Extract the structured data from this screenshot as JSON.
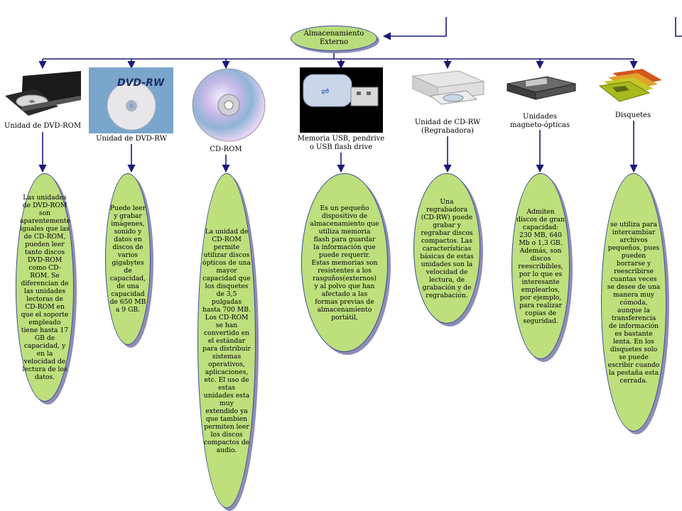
{
  "root": {
    "title": "Almacenamiento Externo"
  },
  "branches": [
    {
      "id": "dvd-rom",
      "label": "Unidad de DVD-ROM",
      "image": "dvd-rom-drive",
      "description": "Las unidades de DVD-ROM son aparentemente iguales que las de CD-ROM, pueden leer tanto discos DVD-ROM como CD-ROM. Se diferencian de las unidades lectoras de CD-ROM en que el soporte empleado tiene hasta 17 GB de capacidad, y en la velocidad de lectura de los datos."
    },
    {
      "id": "dvd-rw",
      "label": "Unidad de DVD-RW",
      "image": "dvd-rw-disc",
      "image_text": "DVD-RW",
      "description": "Puede leer y grabar imágenes, sonido y datos en discos de varios gigabytes de capacidad, de una capacidad de 650 MB a 9 GB."
    },
    {
      "id": "cd-rom",
      "label": "CD-ROM",
      "image": "cd-rom-disc",
      "description": "La unidad de CD-ROM permite utilizar discos ópticos de una mayor capacidad que los disquetes de 3,5 pulgadas hasta 700 MB. Los CD-ROM se han convertido en el estándar para distribuir sistemas operativos, aplicaciones, etc. El uso de estas unidades esta muy extendido ya que tambien permiten leer los discos compactos de audio."
    },
    {
      "id": "usb",
      "label": "Memoria USB, pendrive o USB flash drive",
      "image": "usb-flash-drive",
      "description": "Es un pequeño dispositivo de almacenamiento que utiliza memoria flash para guardar la información que puede requerir. Estas memorias son resistentes a los rasguños(externos) y al polvo que han afectado a las formas previas de almacenamiento portátil,"
    },
    {
      "id": "cd-rw",
      "label": "Unidad de CD-RW (Regrabadora)",
      "image": "cd-rw-drive",
      "description": "Una regrabadora (CD-RW) puede grabar y regrabar discos compactos. Las características básicas de estas unidades son la velocidad de lectura, de grabación y de regrabación."
    },
    {
      "id": "magneto",
      "label": "Unidades magneto-ópticas",
      "image": "magneto-optical-drive",
      "description": "Admiten discos de gran capacidad: 230 MB, 640 Mb o 1,3 GB. Además, son discos reescribibles, por lo que es interesante emplearlos, por ejemplo, para realizar copias de seguridad."
    },
    {
      "id": "floppy",
      "label": "Disquetes",
      "image": "floppy-disks",
      "description": "se utiliza para intercambiar archivos pequeños, pues pueden borrarse y reescribirse cuantas veces se desee de una manera muy cómoda, aunque la transferencia de información es bastante lenta. En los disquetes solo se puede escribir cuando la pestaña esta cerrada."
    }
  ],
  "colors": {
    "connector": "#1a1a7a",
    "node_fill": "#bddf7c",
    "node_border": "#3b4a9a",
    "node_shadow": "#8d8db6"
  }
}
